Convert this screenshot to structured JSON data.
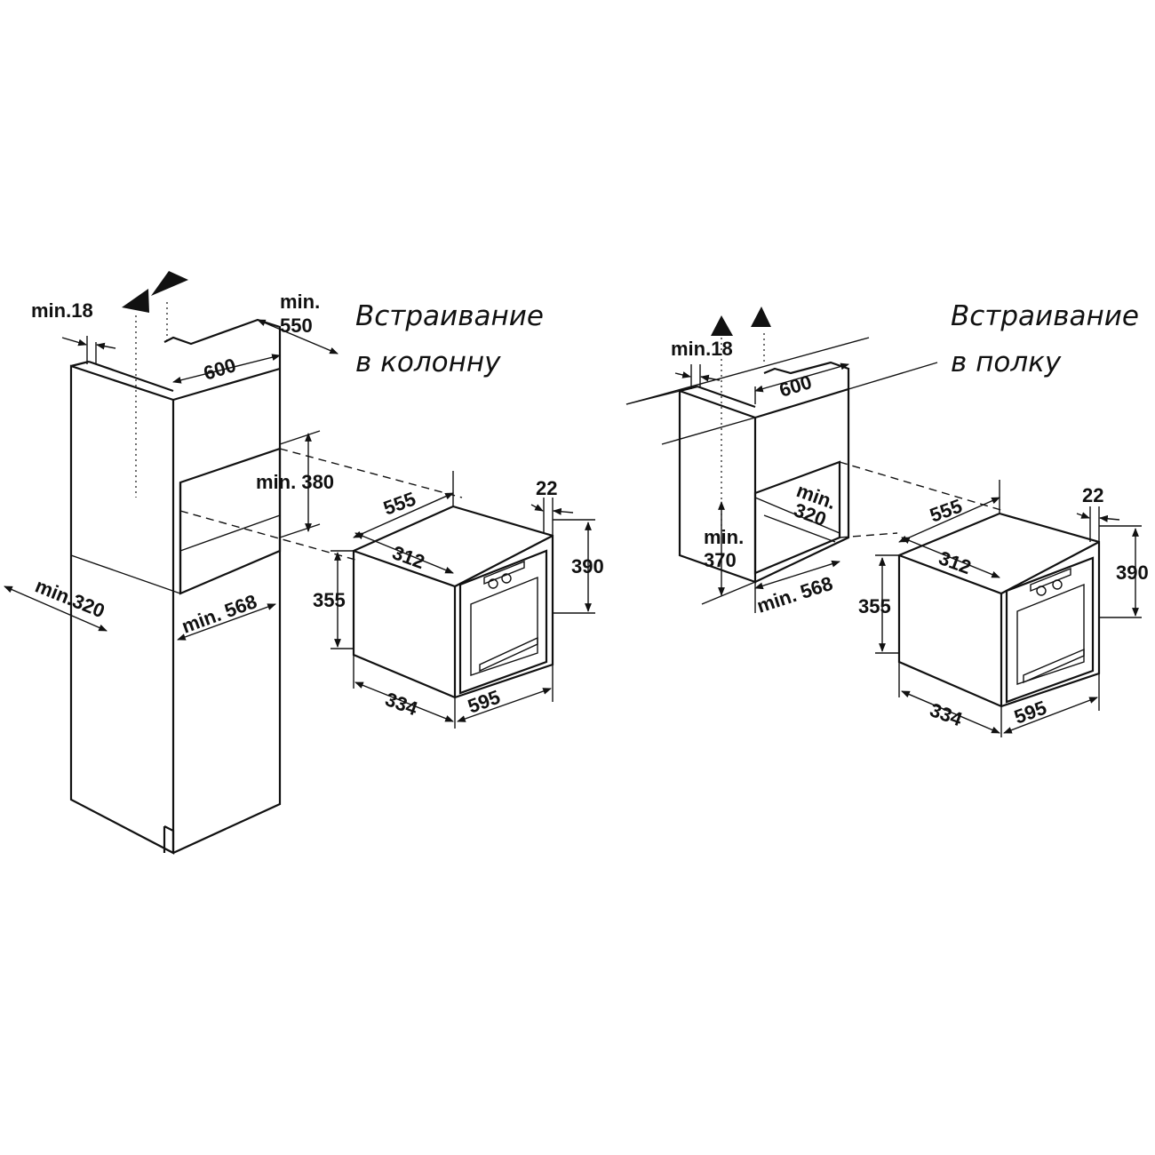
{
  "left": {
    "caption_line1": "Встраивание",
    "caption_line2": "в колонну",
    "dims": {
      "min18": "min.18",
      "min550_a": "min.",
      "min550_b": "550",
      "d600": "600",
      "min380": "min. 380",
      "min320": "min.320",
      "min568": "min. 568"
    },
    "oven": {
      "d555": "555",
      "d22": "22",
      "d312": "312",
      "d390": "390",
      "d355": "355",
      "d334": "334",
      "d595": "595"
    }
  },
  "right": {
    "caption_line1": "Встраивание",
    "caption_line2": "в полку",
    "dims": {
      "min18": "min.18",
      "d600": "600",
      "min320_a": "min.",
      "min320_b": "320",
      "min370_a": "min.",
      "min370_b": "370",
      "min568": "min. 568"
    },
    "oven": {
      "d555": "555",
      "d22": "22",
      "d312": "312",
      "d390": "390",
      "d355": "355",
      "d334": "334",
      "d595": "595"
    }
  }
}
